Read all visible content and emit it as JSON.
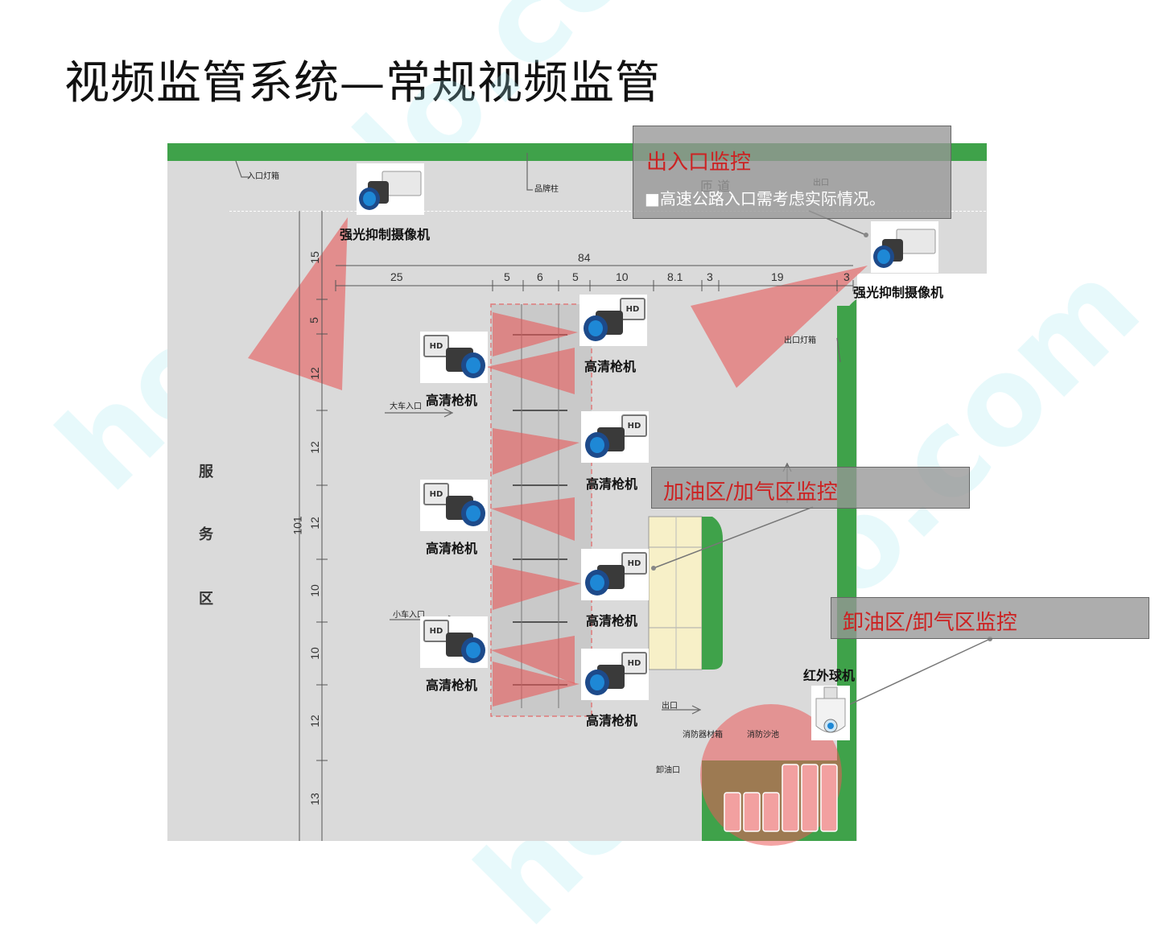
{
  "page": {
    "title": "视频监管系统—常规视频监管"
  },
  "callouts": {
    "entrance": {
      "title": "出入口监控",
      "text": "■高速公路入口需考虑实际情况。"
    },
    "fueling": {
      "title": "加油区/加气区监控"
    },
    "unloading": {
      "title": "卸油区/卸气区监控"
    }
  },
  "cameras": {
    "strong_light_left": "强光抑制摄像机",
    "strong_light_right": "强光抑制摄像机",
    "hd_1": "高清枪机",
    "hd_2": "高清枪机",
    "hd_3": "高清枪机",
    "hd_4": "高清枪机",
    "hd_5": "高清枪机",
    "hd_6": "高清枪机",
    "hd_7": "高清枪机",
    "infrared_dome": "红外球机"
  },
  "hd_badge": "HD",
  "plan": {
    "entrance_lightbox": "入口灯箱",
    "brand_pillar": "品牌柱",
    "ramp": "匝  道",
    "exit_top": "出口",
    "exit_lightbox": "出口灯箱",
    "truck_entrance": "大车入口",
    "car_entrance": "小车入口",
    "exit_bottom": "出口",
    "fire_cabinet": "消防器材箱",
    "fire_sand": "消防沙池",
    "unload_port": "卸油口",
    "service_area": [
      "服",
      "务",
      "区"
    ]
  },
  "dimensions": {
    "total_width": "84",
    "widths": [
      "25",
      "5",
      "6",
      "5",
      "10",
      "8.1",
      "3",
      "19",
      "3"
    ],
    "total_height": "101",
    "heights": [
      "15",
      "5",
      "12",
      "12",
      "12",
      "10",
      "10",
      "12",
      "13"
    ]
  },
  "watermark": "homedo.com"
}
